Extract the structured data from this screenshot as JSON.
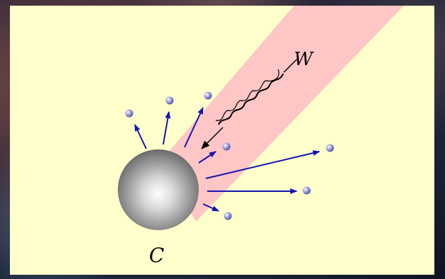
{
  "labels": {
    "wave": "W",
    "body": "C"
  },
  "colors": {
    "panel": "#ffffcc",
    "beam": "#ffc6c6",
    "arrow": "#1515b0",
    "particle": "#7d7fc8",
    "wave": "#000000"
  },
  "icons": {
    "body": "gray-sphere",
    "particle": "small-blue-ball"
  }
}
